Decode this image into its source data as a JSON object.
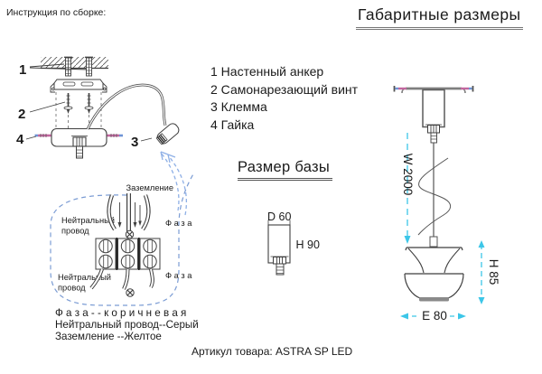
{
  "header": {
    "instructions_title": "Инструкция по сборке:",
    "dimensions_title": "Габаритные размеры"
  },
  "parts_list": {
    "items": [
      "1 Настенный анкер",
      "2 Самонарезающий винт",
      "3 Клемма",
      "4 Гайка"
    ]
  },
  "base_size": {
    "title": "Размер базы",
    "diameter_label": "D 60",
    "height_label": "H 90"
  },
  "pendant_dims": {
    "wire_length_label": "W 2000",
    "height_label": "H 85",
    "width_label": "E 80"
  },
  "assembly_diagram": {
    "callouts": [
      "1",
      "2",
      "3",
      "4"
    ],
    "ground_label": "Заземление",
    "neutral_top_lines": [
      "Нейтральный",
      "провод"
    ],
    "neutral_bottom_lines": [
      "Нейтральный",
      "провод"
    ],
    "phase_top_label": "Ф а з а",
    "phase_bottom_label": "Ф а з а"
  },
  "wire_color_legend": {
    "phase_line": "Ф а з а - - к о р и ч н е в а я",
    "neutral_line": "Нейтральный провод--Серый",
    "ground_line": "Заземление --Желтое"
  },
  "footer": {
    "article_line": "Артикул товара: ASTRA SP LED"
  },
  "colors": {
    "line_dark": "#3f3f3f",
    "ceiling_gray": "#7f7f7f",
    "dimension_cyan": "#3cc6e8",
    "wiring_blue": "#7b9cd4",
    "arrow_blue": "#8fb0e6",
    "screw_pink": "#c2679f",
    "screw_tip_blue": "#6f94d6"
  }
}
